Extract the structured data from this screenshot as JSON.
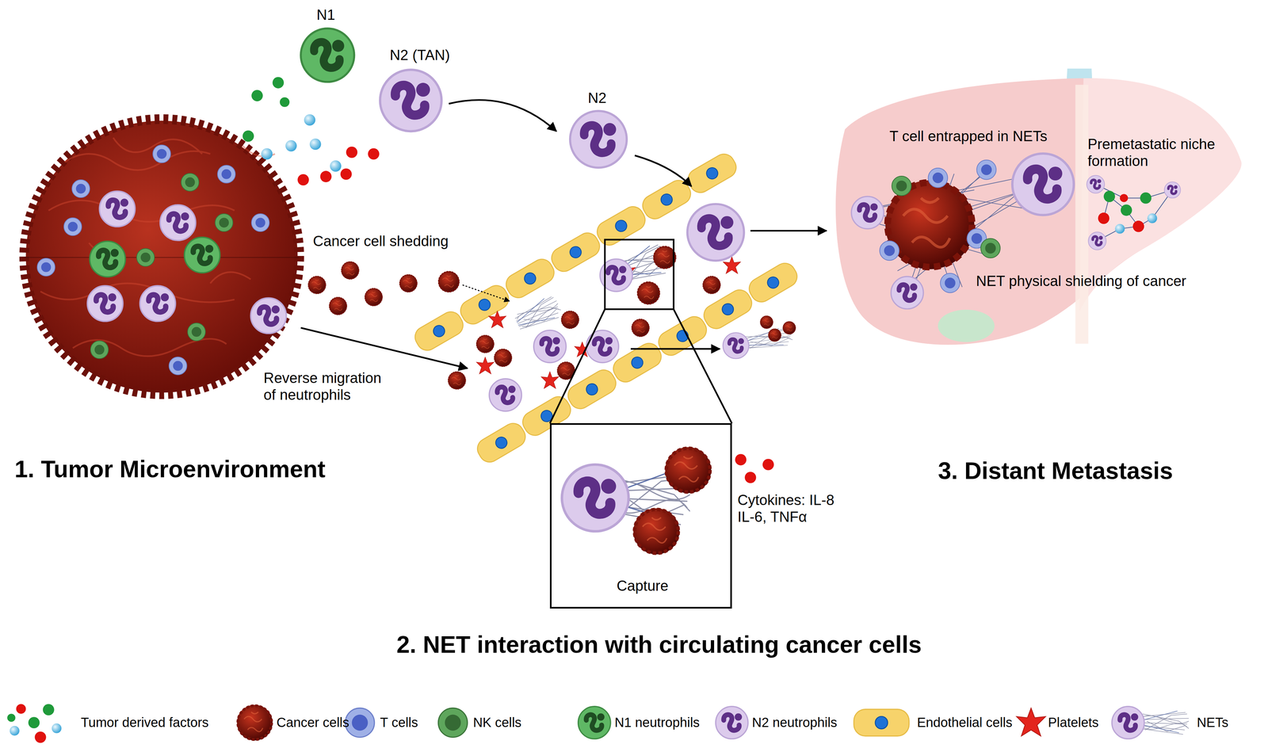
{
  "diagram": {
    "nodes": [
      {
        "text": [
          "T cell entrapped in NETs",
          "Premetastatic niche formation",
          "NET physical shielding of cancer"
        ]
      },
      {
        "text": [
          "Capture"
        ]
      }
    ],
    "labels": [
      "N1",
      "N2 (TAN)",
      "N2",
      "Cancer cell shedding",
      "Reverse migration of neutrophils",
      "1. Tumor Microenvironment",
      "Cytokines: IL-8 IL-6, TNFα",
      "3. Distant Metastasis",
      "2. NET interaction with circulating cancer cells"
    ],
    "legend": [
      {
        "text": "Tumor derived factors"
      },
      {
        "text": "Cancer cells"
      },
      {
        "text": "T cells"
      },
      {
        "text": "NK cells"
      },
      {
        "text": "N1 neutrophils"
      },
      {
        "text": "N2 neutrophils"
      },
      {
        "text": "Endothelial cells"
      },
      {
        "text": "Platelets"
      },
      {
        "text": "NETs"
      }
    ]
  }
}
